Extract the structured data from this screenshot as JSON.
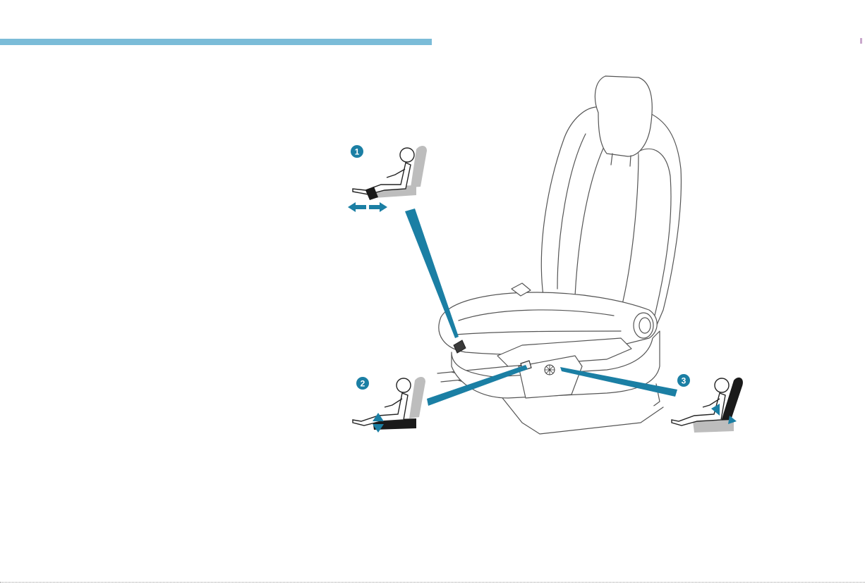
{
  "colors": {
    "accent": "#1b7fa4",
    "header_bar": "#7bbcd8",
    "edge_mark": "#c9a8cc",
    "seat_outline": "#555555",
    "seat_fill": "#ffffff",
    "icon_seat_grey": "#bdbdbd",
    "icon_highlight": "#1a1a1a"
  },
  "callouts": [
    {
      "number": "1",
      "adjustment": "fore-aft"
    },
    {
      "number": "2",
      "adjustment": "height"
    },
    {
      "number": "3",
      "adjustment": "backrest-angle"
    }
  ],
  "icons": [
    "seat-fore-aft-icon",
    "seat-height-icon",
    "seat-backrest-icon",
    "double-arrow-icon",
    "control-knob-icon"
  ]
}
